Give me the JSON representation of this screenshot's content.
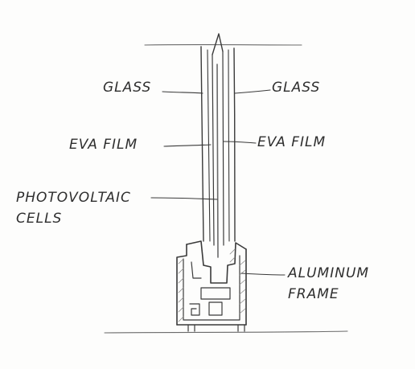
{
  "diagram": {
    "labels": {
      "glass_left": "GLASS",
      "glass_right": "GLASS",
      "eva_left": "EVA FILM",
      "eva_right": "EVA FILM",
      "photovoltaic": [
        "PHOTOVOLTAIC",
        "CELLS"
      ],
      "frame": [
        "ALUMINUM",
        "FRAME"
      ]
    },
    "colors": {
      "pencil": "#3a3a3a",
      "paper": "#fdfdfc"
    }
  }
}
